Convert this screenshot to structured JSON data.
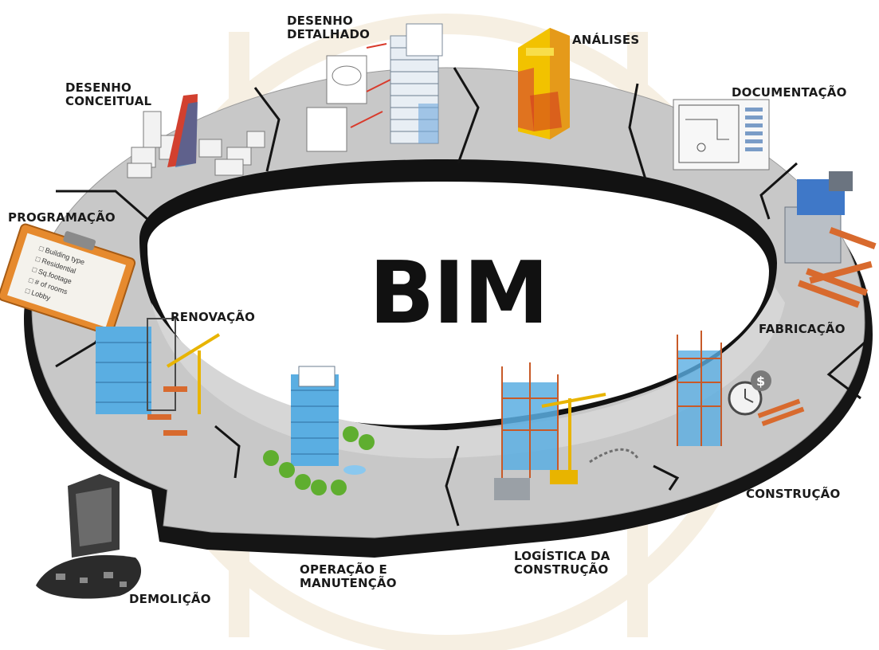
{
  "title": "BIM",
  "stages": [
    {
      "id": "desenho-conceitual",
      "label": "DESENHO\nCONCEITUAL"
    },
    {
      "id": "desenho-detalhado",
      "label": "DESENHO\nDETALHADO"
    },
    {
      "id": "analises",
      "label": "ANÁLISES"
    },
    {
      "id": "documentacao",
      "label": "DOCUMENTAÇÃO"
    },
    {
      "id": "fabricacao",
      "label": "FABRICAÇÃO"
    },
    {
      "id": "construcao",
      "label": "CONSTRUÇÃO"
    },
    {
      "id": "logistica",
      "label": "LOGÍSTICA DA\nCONSTRUÇÃO"
    },
    {
      "id": "operacao",
      "label": "OPERAÇÃO E\nMANUTENÇÃO"
    },
    {
      "id": "demolicao",
      "label": "DEMOLIÇÃO"
    },
    {
      "id": "renovacao",
      "label": "RENOVAÇÃO"
    },
    {
      "id": "programacao",
      "label": "PROGRAMAÇÃO"
    }
  ],
  "clipboard_lines": [
    "Building type",
    "Residential",
    "Sq.footage",
    "# of rooms",
    "Lobby"
  ],
  "colors": {
    "ring_top": "#c9c9c9",
    "ring_edge": "#141414",
    "building_blue": "#4aa3df",
    "steel_orange": "#d9632b",
    "analysis_yellow": "#f2c200",
    "crane_yellow": "#e8b400",
    "watermark": "#f5ecdb"
  },
  "icons": [
    "clipboard-icon",
    "conceptual-model-icon",
    "detailed-drawing-icon",
    "analysis-model-icon",
    "blueprint-icon",
    "fabrication-machine-icon",
    "construction-cost-icon",
    "logistics-crane-icon",
    "operation-park-icon",
    "renovation-crane-icon",
    "demolition-rubble-icon"
  ]
}
